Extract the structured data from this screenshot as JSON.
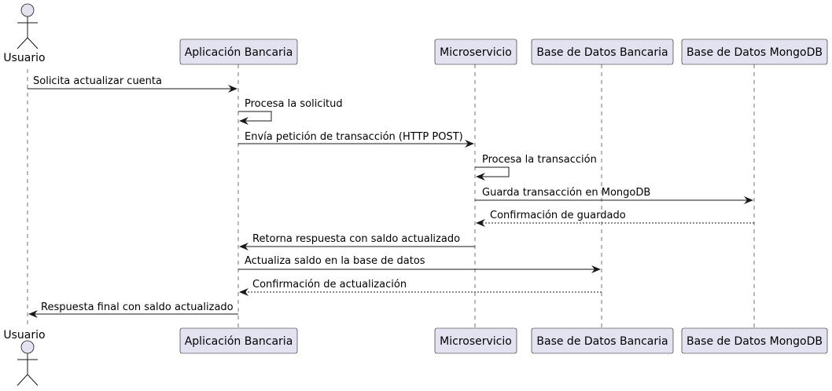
{
  "participants": {
    "usuario": "Usuario",
    "app": "Aplicación Bancaria",
    "micro": "Microservicio",
    "bdb": "Base de Datos Bancaria",
    "mongo": "Base de Datos MongoDB"
  },
  "messages": [
    {
      "from": "usuario",
      "to": "app",
      "label": "Solicita actualizar cuenta",
      "style": "solid"
    },
    {
      "from": "app",
      "to": "app",
      "label": "Procesa la solicitud",
      "style": "solid"
    },
    {
      "from": "app",
      "to": "micro",
      "label": "Envía petición de transacción (HTTP POST)",
      "style": "solid"
    },
    {
      "from": "micro",
      "to": "micro",
      "label": "Procesa la transacción",
      "style": "solid"
    },
    {
      "from": "micro",
      "to": "mongo",
      "label": "Guarda transacción en MongoDB",
      "style": "solid"
    },
    {
      "from": "mongo",
      "to": "micro",
      "label": "Confirmación de guardado",
      "style": "dashed"
    },
    {
      "from": "micro",
      "to": "app",
      "label": "Retorna respuesta con saldo actualizado",
      "style": "solid"
    },
    {
      "from": "app",
      "to": "bdb",
      "label": "Actualiza saldo en la base de datos",
      "style": "solid"
    },
    {
      "from": "bdb",
      "to": "app",
      "label": "Confirmación de actualización",
      "style": "dashed"
    },
    {
      "from": "app",
      "to": "usuario",
      "label": "Respuesta final con saldo actualizado",
      "style": "solid"
    }
  ]
}
